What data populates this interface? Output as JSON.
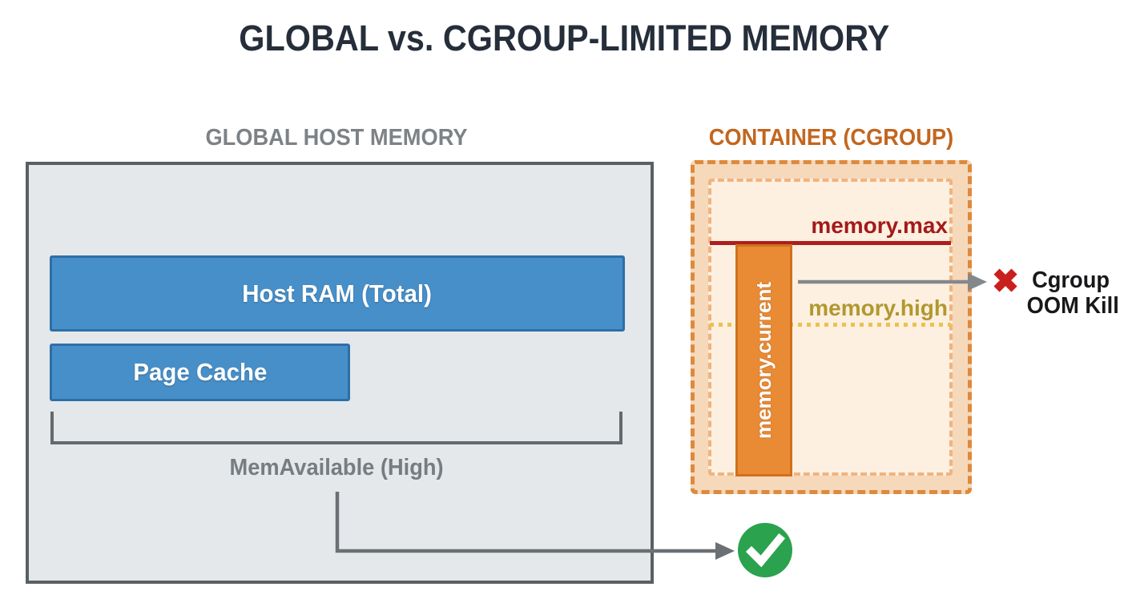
{
  "title": "GLOBAL vs. CGROUP-LIMITED MEMORY",
  "host_memory": {
    "heading": "GLOBAL HOST MEMORY",
    "host_ram_bar": "Host RAM (Total)",
    "page_cache_bar": "Page Cache",
    "mem_available_label": "MemAvailable (High)"
  },
  "cgroup": {
    "heading": "CONTAINER (CGROUP)",
    "memory_max": "memory.max",
    "memory_high": "memory.high",
    "memory_current": "memory.current"
  },
  "annotations": {
    "oom_line1": "Cgroup",
    "oom_line2": "OOM Kill",
    "x_glyph": "✖"
  },
  "icons": {
    "ok": "green-check-icon",
    "kill": "red-x-icon"
  },
  "colors": {
    "title_text": "#252e3a",
    "heading_gray": "#7d8286",
    "host_box_fill": "#e4e8ea",
    "host_box_border": "#5a5f63",
    "blue_bar_fill": "#478fc8",
    "blue_bar_border": "#2d6fa8",
    "bracket_gray": "#64696d",
    "cgroup_heading_orange": "#c2661f",
    "cgroup_outer_fill": "#f6d8bb",
    "cgroup_outer_border": "#dd8a3c",
    "cgroup_inner_fill": "#fdf0e1",
    "cgroup_inner_border": "#f0b47e",
    "memory_max_red": "#ae1e1e",
    "memory_high_yellow": "#edc14d",
    "memory_high_text": "#b1982f",
    "memory_current_orange": "#e98a35",
    "arrow_gray": "#6b7074",
    "check_green": "#2ba24e",
    "x_red": "#c9201d"
  }
}
